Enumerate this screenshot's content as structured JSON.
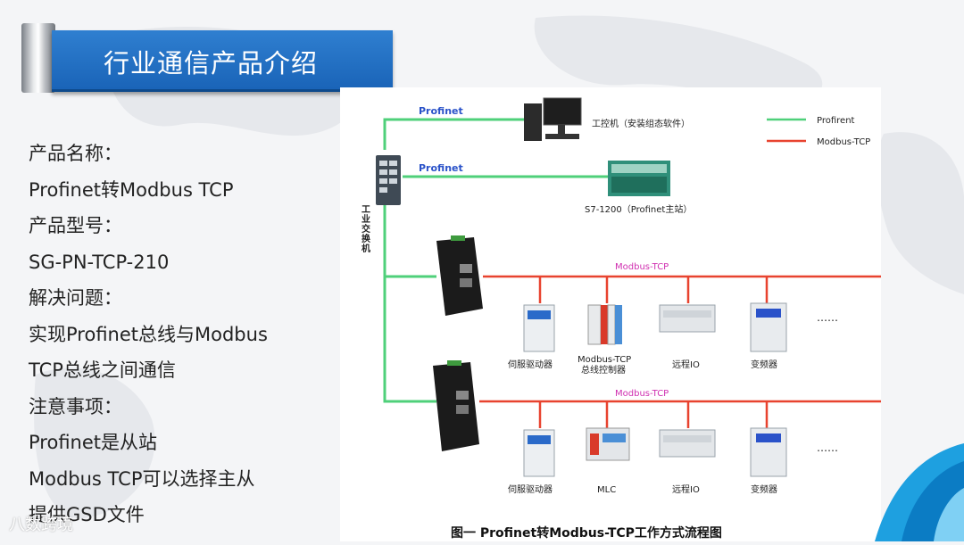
{
  "title": "行业通信产品介绍",
  "info_lines": [
    "产品名称：",
    "Profinet转Modbus TCP",
    "产品型号：",
    "SG-PN-TCP-210",
    "解决问题：",
    "实现Profinet总线与Modbus",
    "TCP总线之间通信",
    "注意事项：",
    "Profinet是从站",
    "Modbus TCP可以选择主从",
    "提供GSD文件"
  ],
  "diagram": {
    "link_label_1": "Profinet",
    "link_label_2": "Profinet",
    "pc_label": "工控机（安装组态软件）",
    "plc_label": "S7-1200（Profinet主站）",
    "switch_label": "工业交换机",
    "legend_green": "Profirent",
    "legend_red": "Modbus-TCP",
    "bus_label_1": "Modbus-TCP",
    "bus_label_2": "Modbus-TCP",
    "row1_devices": [
      "伺服驱动器",
      "Modbus-TCP\n总线控制器",
      "远程IO",
      "变频器"
    ],
    "row2_devices": [
      "伺服驱动器",
      "MLC",
      "远程IO",
      "变频器"
    ],
    "ellipsis": "……",
    "caption": "图一   Profinet转Modbus-TCP工作方式流程图",
    "colors": {
      "green": "#4fd07a",
      "red": "#e8432f",
      "magenta": "#d02fb0",
      "blue": "#2a52c9"
    }
  },
  "watermark": "八数跨境"
}
